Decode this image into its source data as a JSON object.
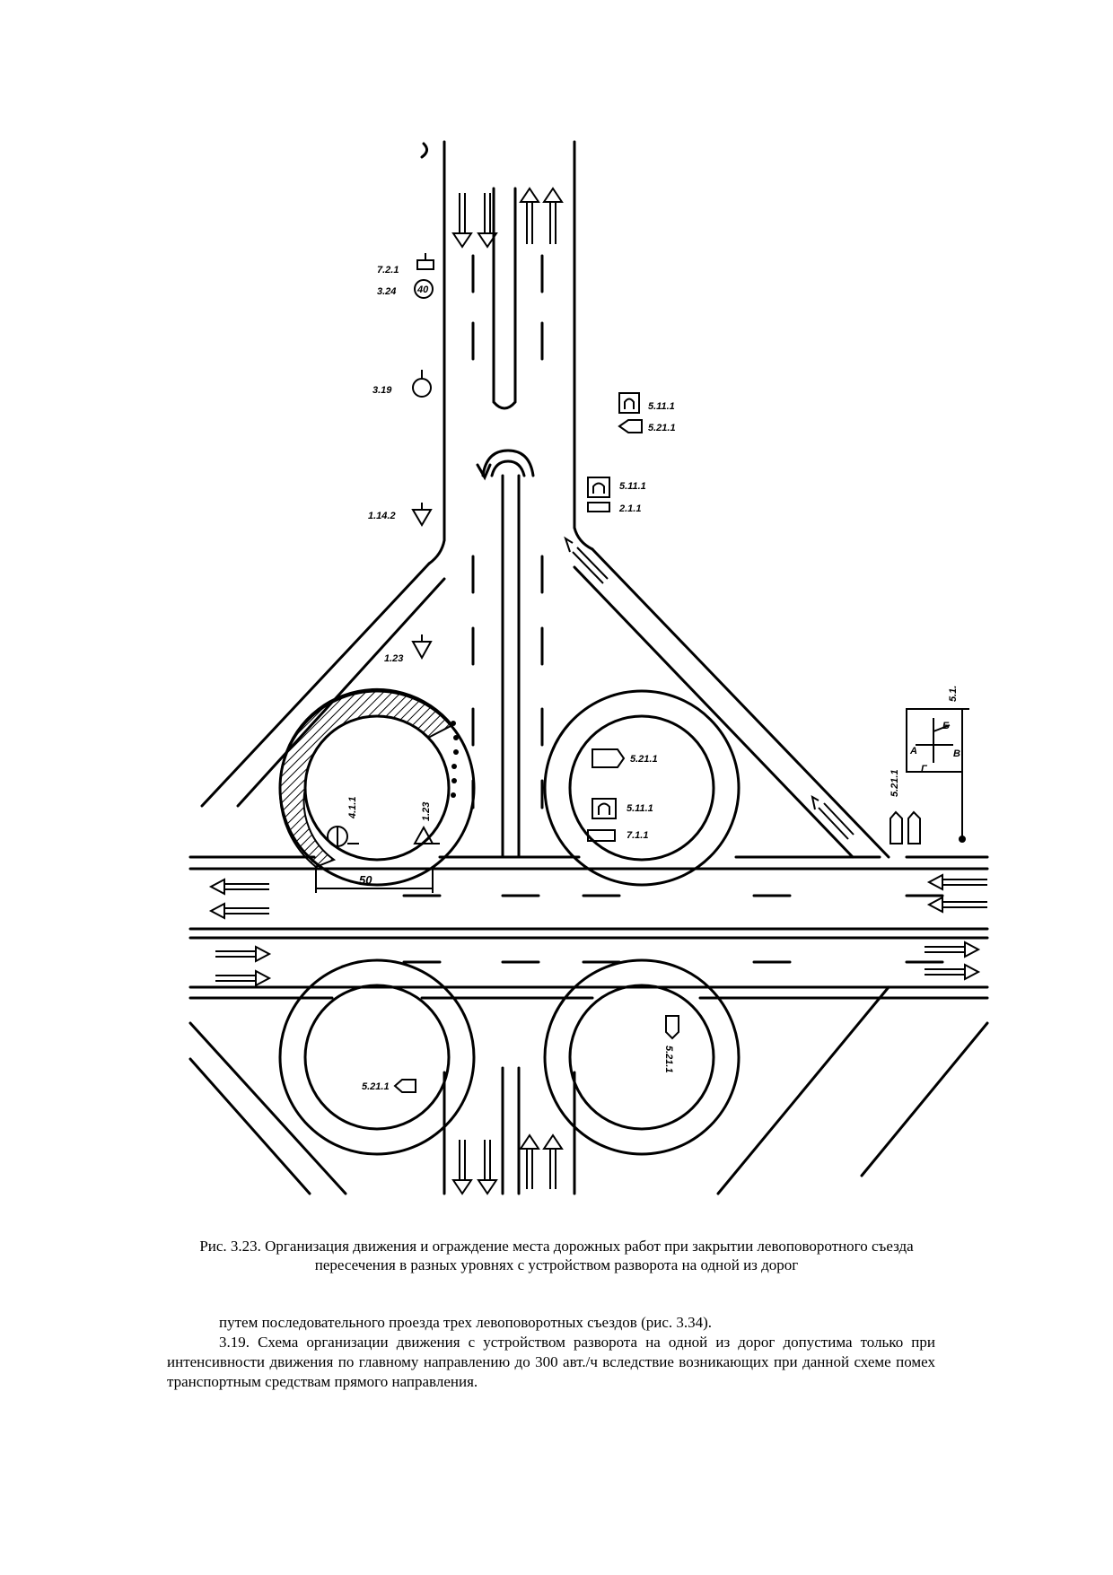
{
  "figure": {
    "sign_labels": {
      "top_left_1": "7.2.1",
      "top_left_2": "3.24",
      "speed_limit_value": "40",
      "left_3": "3.19",
      "left_4": "1.14.2",
      "left_5": "1.23",
      "upper_right_1": "5.11.1",
      "upper_right_2": "5.21.1",
      "mid_right_1": "5.11.1",
      "mid_right_2": "2.1.1",
      "loop_right_1": "5.21.1",
      "loop_right_2": "5.11.1",
      "loop_right_3": "7.1.1",
      "loop_left_1": "4.1.1",
      "loop_left_2": "1.23",
      "far_right_1": "5.21.1",
      "far_right_2": "5.1.",
      "bottom_left": "5.21.1",
      "bottom_right": "5.21.1",
      "dimension": "50",
      "letter_A": "А",
      "letter_B": "Б",
      "letter_V": "В",
      "letter_G": "Г"
    }
  },
  "caption": "Рис. 3.23. Организация движения и ограждение места дорожных работ при закрытии левоповоротного съезда пересечения в разных уровнях с устройством разворота на одной из дорог",
  "paragraphs": {
    "p1": "путем последовательного проезда трех левоповоротных съездов (рис. 3.34).",
    "p2": "3.19. Схема организации движения с устройством разворота на одной из дорог допустима только при интенсивности движения по главному направлению до 300 авт./ч вследствие возникающих при данной схеме помех транспортным средствам прямого направления."
  }
}
